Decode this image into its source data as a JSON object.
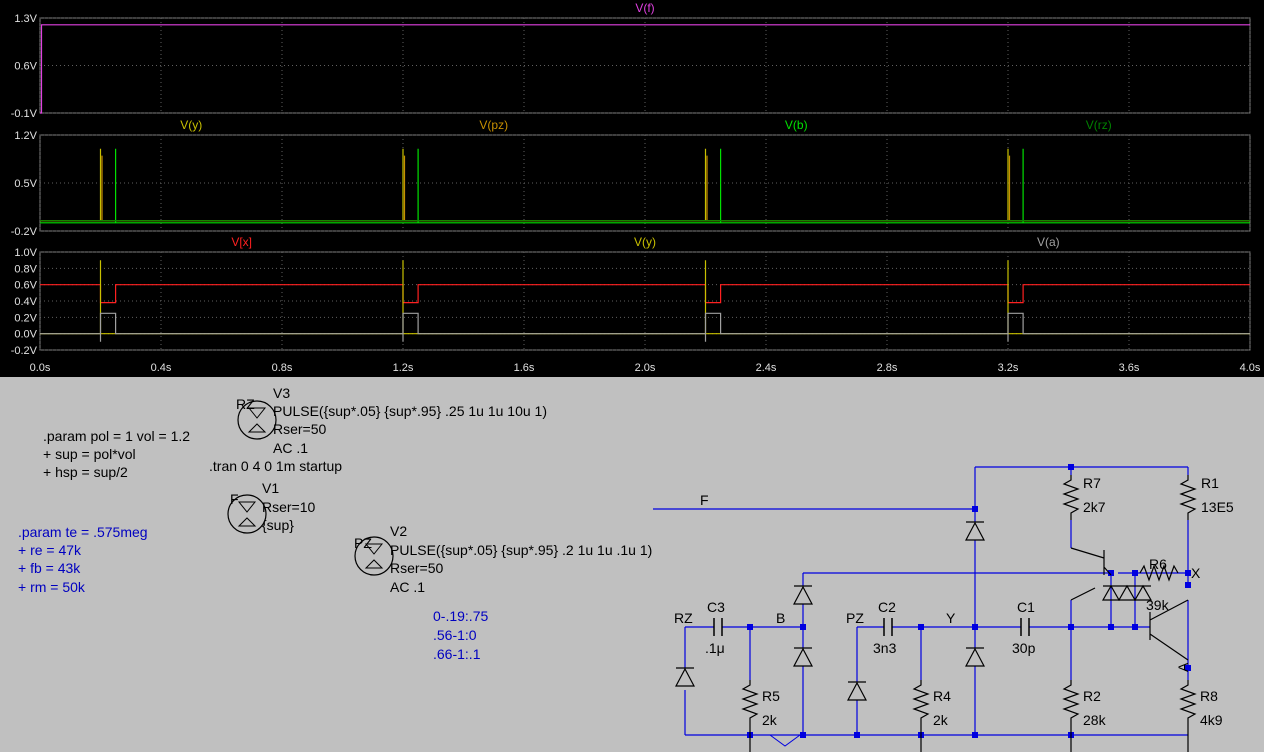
{
  "chart_data": [
    {
      "type": "line",
      "x_range": [
        0,
        4.0
      ],
      "ylim": [
        -0.1,
        1.3
      ],
      "y_ticks": [
        "1.3V",
        "0.6V",
        "-0.1V"
      ],
      "y_tick_values": [
        1.3,
        0.6,
        -0.1
      ],
      "series": [
        {
          "name": "V(f)",
          "color": "#e040e0",
          "x": [
            0,
            0.005,
            0.005,
            4.0
          ],
          "y": [
            -0.1,
            -0.1,
            1.2,
            1.2
          ]
        }
      ]
    },
    {
      "type": "line",
      "x_range": [
        0,
        4.0
      ],
      "ylim": [
        -0.2,
        1.2
      ],
      "y_ticks": [
        "1.2V",
        "0.5V",
        "-0.2V"
      ],
      "y_tick_values": [
        1.2,
        0.5,
        -0.2
      ],
      "series": [
        {
          "name": "V(y)",
          "color": "#c8c000",
          "x": [
            0,
            0.2,
            0.2,
            0.2,
            1.2,
            1.2,
            1.2,
            2.2,
            2.2,
            2.2,
            3.2,
            3.2,
            3.2,
            4.0
          ],
          "y": [
            -0.05,
            -0.05,
            1.0,
            -0.05,
            -0.05,
            1.0,
            -0.05,
            -0.05,
            1.0,
            -0.05,
            -0.05,
            1.0,
            -0.05,
            -0.05
          ]
        },
        {
          "name": "V(pz)",
          "color": "#c89000",
          "x": [
            0,
            0.205,
            0.205,
            0.205,
            1.205,
            1.205,
            1.205,
            2.205,
            2.205,
            2.205,
            3.205,
            3.205,
            3.205,
            4.0
          ],
          "y": [
            -0.05,
            -0.05,
            0.9,
            -0.05,
            -0.05,
            0.9,
            -0.05,
            -0.05,
            0.9,
            -0.05,
            -0.05,
            0.9,
            -0.05,
            -0.05
          ]
        },
        {
          "name": "V(b)",
          "color": "#00e000",
          "x": [
            0,
            0.25,
            0.25,
            0.25,
            1.25,
            1.25,
            1.25,
            2.25,
            2.25,
            2.25,
            3.25,
            3.25,
            3.25,
            4.0
          ],
          "y": [
            -0.08,
            -0.08,
            1.0,
            -0.08,
            -0.08,
            1.0,
            -0.08,
            -0.08,
            1.0,
            -0.08,
            -0.08,
            1.0,
            -0.08,
            -0.08
          ]
        },
        {
          "name": "V(rz)",
          "color": "#008000",
          "x": [
            0,
            4.0
          ],
          "y": [
            -0.05,
            -0.05
          ]
        }
      ]
    },
    {
      "type": "line",
      "x_range": [
        0,
        4.0
      ],
      "ylim": [
        -0.2,
        1.0
      ],
      "y_ticks": [
        "1.0V",
        "0.8V",
        "0.6V",
        "0.4V",
        "0.2V",
        "0.0V",
        "-0.2V"
      ],
      "y_tick_values": [
        1.0,
        0.8,
        0.6,
        0.4,
        0.2,
        0.0,
        -0.2
      ],
      "x_ticks": [
        "0.0s",
        "0.4s",
        "0.8s",
        "1.2s",
        "1.6s",
        "2.0s",
        "2.4s",
        "2.8s",
        "3.2s",
        "3.6s",
        "4.0s"
      ],
      "x_tick_values": [
        0,
        0.4,
        0.8,
        1.2,
        1.6,
        2.0,
        2.4,
        2.8,
        3.2,
        3.6,
        4.0
      ],
      "series": [
        {
          "name": "V[x]",
          "color": "#ff2020",
          "x": [
            0,
            0.2,
            0.2,
            0.25,
            0.25,
            1.2,
            1.2,
            1.25,
            1.25,
            2.2,
            2.2,
            2.25,
            2.25,
            3.2,
            3.2,
            3.25,
            3.25,
            4.0
          ],
          "y": [
            0.6,
            0.6,
            0.38,
            0.38,
            0.6,
            0.6,
            0.38,
            0.38,
            0.6,
            0.6,
            0.38,
            0.38,
            0.6,
            0.6,
            0.38,
            0.38,
            0.6,
            0.6
          ]
        },
        {
          "name": "V(y)",
          "color": "#c8c000",
          "x": [
            0,
            0.2,
            0.2,
            0.2,
            1.2,
            1.2,
            1.2,
            2.2,
            2.2,
            2.2,
            3.2,
            3.2,
            3.2,
            4.0
          ],
          "y": [
            0.0,
            0.0,
            0.9,
            0.0,
            0.0,
            0.9,
            0.0,
            0.0,
            0.9,
            0.0,
            0.0,
            0.9,
            0.0,
            0.0
          ]
        },
        {
          "name": "V(a)",
          "color": "#a0a0a0",
          "x": [
            0,
            0.2,
            0.2,
            0.2,
            0.2,
            0.25,
            0.25,
            0.25,
            1.2,
            1.2,
            1.2,
            1.2,
            1.25,
            1.25,
            1.25,
            2.2,
            2.2,
            2.2,
            2.2,
            2.25,
            2.25,
            2.25,
            3.2,
            3.2,
            3.2,
            3.2,
            3.25,
            3.25,
            3.25,
            4.0
          ],
          "y": [
            0.0,
            0.0,
            -0.1,
            0.25,
            0.25,
            0.25,
            0.0,
            0.0,
            0.0,
            -0.1,
            0.25,
            0.25,
            0.25,
            0.0,
            0.0,
            0.0,
            -0.1,
            0.25,
            0.25,
            0.25,
            0.0,
            0.0,
            0.0,
            -0.1,
            0.25,
            0.25,
            0.25,
            0.0,
            0.0,
            0.0
          ]
        }
      ]
    }
  ],
  "schematic": {
    "params_main": [
      ".param pol = 1 vol = 1.2",
      "+ sup = pol*vol",
      "+ hsp = sup/2"
    ],
    "params_blue": [
      ".param te = .575meg",
      "+ re = 47k",
      "+ fb = 43k",
      "+ rm = 50k"
    ],
    "tran": ".tran 0 4 0 1m startup",
    "pwl_notes": [
      "0-.19:.75",
      ".56-1:0",
      ".66-1:.1"
    ],
    "v3": {
      "label": "V3",
      "node": "RZ",
      "value": "PULSE({sup*.05} {sup*.95} .25 1u 1u 10u 1)",
      "rser": "Rser=50",
      "ac": "AC .1"
    },
    "v1": {
      "label": "V1",
      "node": "F",
      "rser": "Rser=10",
      "value": "{sup}"
    },
    "v2": {
      "label": "V2",
      "node": "PZ",
      "value": "PULSE({sup*.05} {sup*.95} .2 1u 1u .1u 1)",
      "rser": "Rser=50",
      "ac": "AC .1"
    },
    "net_labels": {
      "f": "F",
      "x": "X",
      "a": "A",
      "b": "B",
      "y": "Y",
      "pz": "PZ",
      "rz": "RZ"
    },
    "components": {
      "r7": {
        "name": "R7",
        "value": "2k7"
      },
      "r1": {
        "name": "R1",
        "value": "13E5"
      },
      "r6": {
        "name": "R6",
        "value": "39k"
      },
      "c3": {
        "name": "C3",
        "value": ".1μ"
      },
      "c2": {
        "name": "C2",
        "value": "3n3"
      },
      "c1": {
        "name": "C1",
        "value": "30p"
      },
      "r5": {
        "name": "R5",
        "value": "2k"
      },
      "r4": {
        "name": "R4",
        "value": "2k"
      },
      "r2": {
        "name": "R2",
        "value": "28k"
      },
      "r8": {
        "name": "R8",
        "value": "4k9"
      }
    },
    "colors": {
      "wire": "#0000e0",
      "text": "#000000",
      "blue_text": "#0000c0",
      "background": "#c0c0c0",
      "plot_bg": "#000000",
      "grid": "#606060",
      "axis_text": "#e0e0e0"
    }
  }
}
